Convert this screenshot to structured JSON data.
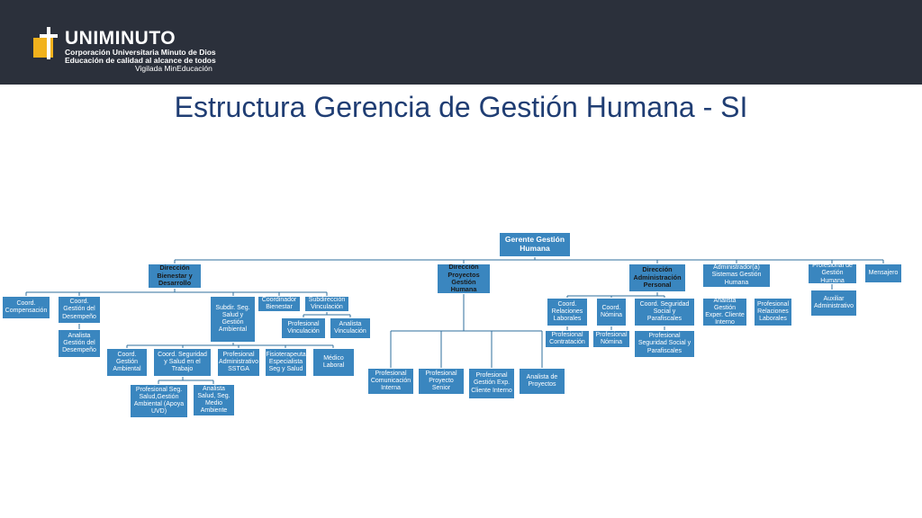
{
  "header": {
    "logo_name": "UNIMINUTO",
    "logo_line1": "Corporación Universitaria Minuto de Dios",
    "logo_line2": "Educación de calidad al alcance de todos",
    "logo_line3": "Vigilada MinEducación",
    "logo_mark": "MD"
  },
  "title": "Estructura Gerencia de Gestión Humana - SI",
  "colors": {
    "box": "#3a86bf",
    "title": "#1f3d73",
    "header": "#2b303b",
    "line": "#2f6f9e"
  },
  "org": {
    "gerente": "Gerente Gestión Humana",
    "dir_bienestar": "Dirección Bienestar y Desarrollo",
    "dir_proyectos": "Dirección Proyectos Gestión Humana",
    "dir_admin": "Dirección Administración Personal",
    "admin_sistemas": "Administrador(a) Sistemas Gestión Humana",
    "prof_gestion": "Profesional de Gestión Humana",
    "mensajero": "Mensajero",
    "auxiliar": "Auxiliar Administrativo",
    "coord_compensacion": "Coord. Compensación",
    "coord_desempeno": "Coord. Gestión del Desempeño",
    "analista_desempeno": "Analista Gestión del Desempeño",
    "subdir_seg": "Subdir. Seg. Salud y Gestión Ambiental",
    "coord_bienestar": "Coordinador Bienestar",
    "subdir_vinculacion": "Subdirección Vinculación",
    "prof_vinculacion": "Profesional Vinculación",
    "analista_vinculacion": "Analista Vinculación",
    "coord_ambiental": "Coord. Gestión Ambiental",
    "coord_seg_trabajo": "Coord. Seguridad y Salud en el Trabajo",
    "prof_sstga": "Profesional Administrativo SSTGA",
    "fisioterapeuta": "Fisioterapeuta Especialista Seg y Salud",
    "medico": "Médico Laboral",
    "prof_seg_salud": "Profesional Seg. Salud,Gestión Ambiental (Apoya UVD)",
    "analista_seg": "Analista Salud, Seg. Medio Ambiente",
    "prof_comunicacion": "Profesional Comunicación Interna",
    "prof_proyecto": "Profesional Proyecto Senior",
    "prof_exp_cliente": "Profesional Gestión Exp. Cliente Interno",
    "analista_proyectos": "Analista de Proyectos",
    "coord_rel_laborales": "Coord. Relaciones Laborales",
    "coord_nomina": "Coord. Nómina",
    "coord_seg_social": "Coord. Seguridad Social y Parafiscales",
    "analista_exp": "Analista Gestión Exper. Cliente Interno",
    "prof_rel_laborales": "Profesional Relaciones Laborales",
    "prof_contratacion": "Profesional Contratación",
    "prof_nomina": "Profesional Nómina",
    "prof_seg_social": "Profesional Seguridad Social y Parafiscales"
  }
}
